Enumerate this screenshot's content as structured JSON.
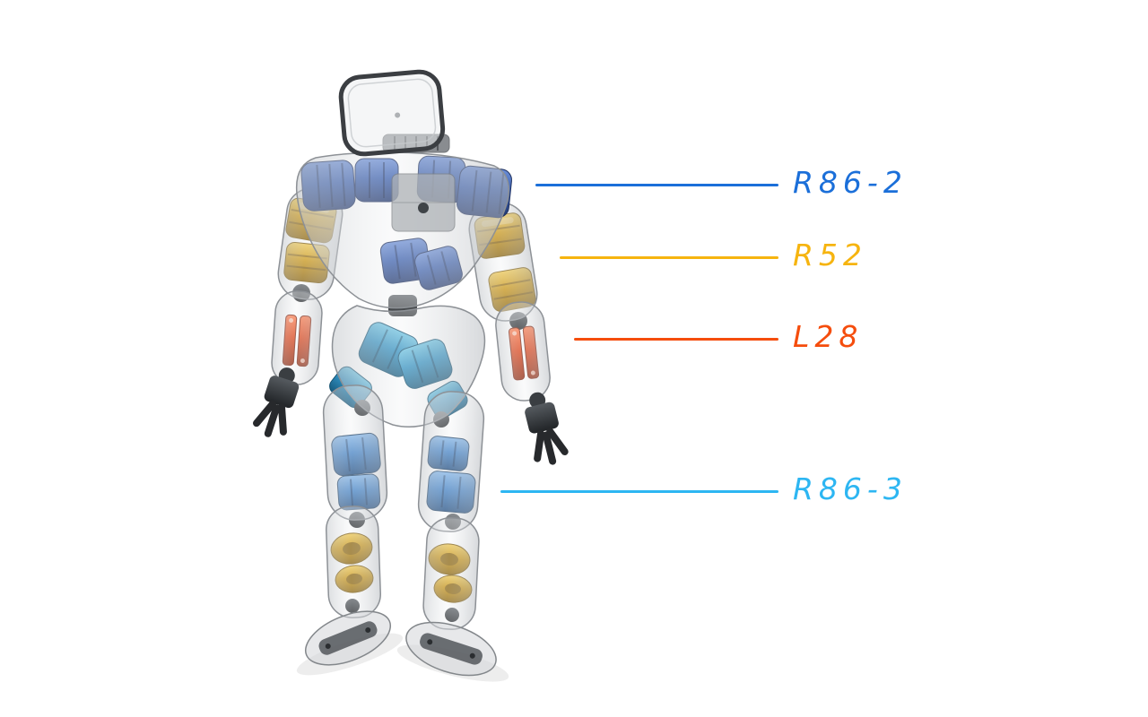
{
  "page": {
    "background": "#ffffff"
  },
  "robot": {
    "description": "translucent humanoid robot rear view showing internal actuators",
    "shell_color": "#c9ccd0",
    "actuator_colors": {
      "shoulder_torso_blue": "#3a5fae",
      "knee_blue": "#3f7fc4",
      "hip_teal": "#2f8fc0",
      "arm_shin_gold": "#c9930e",
      "forearm_red": "#dd3f12",
      "hands_feet_dark": "#2c2f33"
    }
  },
  "callouts": [
    {
      "label": "R86-2",
      "color": "#1b6fd9"
    },
    {
      "label": "R52",
      "color": "#f6b40f"
    },
    {
      "label": "L28",
      "color": "#f54d0d"
    },
    {
      "label": "R86-3",
      "color": "#2db6f2"
    }
  ]
}
